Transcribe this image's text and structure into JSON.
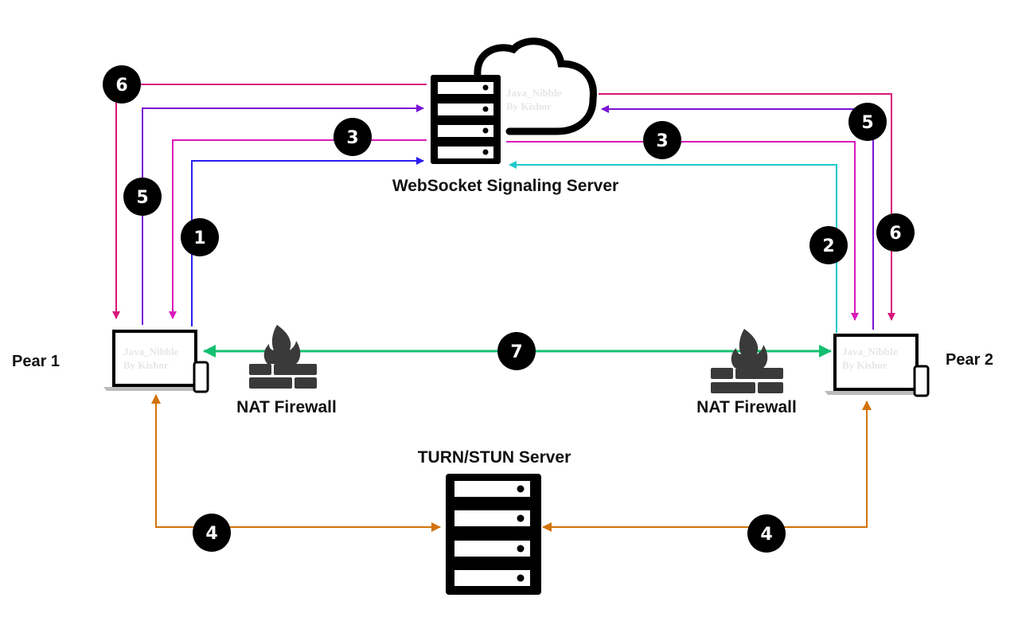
{
  "title": "WebRTC signaling flow",
  "nodes": {
    "signaling_server": {
      "label": "WebSocket Signaling Server"
    },
    "turn_server": {
      "label": "TURN/STUN Server"
    },
    "peer1": {
      "label": "Pear 1"
    },
    "peer2": {
      "label": "Pear 2"
    },
    "firewall1": {
      "label": "NAT Firewall"
    },
    "firewall2": {
      "label": "NAT Firewall"
    }
  },
  "watermark": {
    "line1": "Java_Nibble",
    "line2": "By Kishor"
  },
  "colors": {
    "step1": "#2b1ef0",
    "step2": "#1ec8c8",
    "step3": "#d81aba",
    "step4": "#d2720a",
    "step5": "#7a14d2",
    "step6": "#d8157a",
    "step7": "#14c070"
  },
  "steps": [
    {
      "number": "1",
      "from": "Pear 1",
      "to": "WebSocket Signaling Server"
    },
    {
      "number": "2",
      "from": "Pear 2",
      "to": "WebSocket Signaling Server"
    },
    {
      "number": "3",
      "from": "WebSocket Signaling Server",
      "to": "Pear 1, Pear 2"
    },
    {
      "number": "4",
      "from": "Pear 1, Pear 2",
      "to": "TURN/STUN Server"
    },
    {
      "number": "5",
      "from": "Pear 1, Pear 2",
      "to": "WebSocket Signaling Server"
    },
    {
      "number": "6",
      "from": "WebSocket Signaling Server",
      "to": "Pear 1, Pear 2"
    },
    {
      "number": "7",
      "from": "Pear 1",
      "to": "Pear 2"
    }
  ],
  "badges": {
    "b6_left": "6",
    "b5_left": "5",
    "b3_left": "3",
    "b1": "1",
    "b3_right": "3",
    "b5_right": "5",
    "b2": "2",
    "b6_right": "6",
    "b7": "7",
    "b4_left": "4",
    "b4_right": "4"
  }
}
